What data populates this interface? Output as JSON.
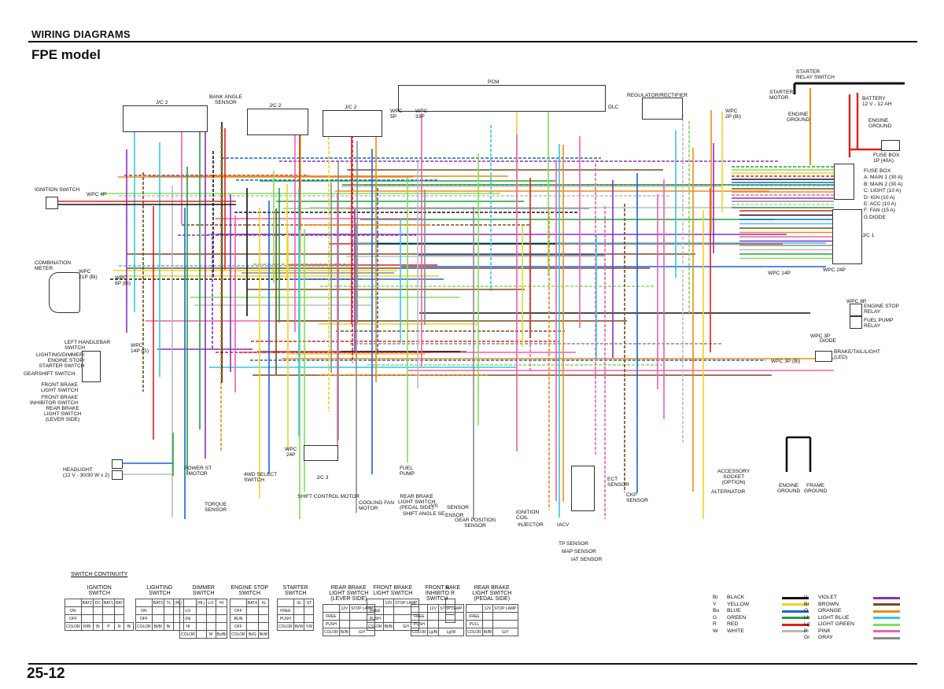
{
  "header": {
    "section": "WIRING DIAGRAMS",
    "title": "FPE model",
    "page": "25-12"
  },
  "labels": {
    "pcm": "PCM",
    "jc2_a": "J/C 2",
    "jc2_b": "J/C 2",
    "jc2_c": "J/C 2",
    "bank_angle": "BANK ANGLE\nSENSOR",
    "dlc": "DLC",
    "regulator": "REGULATOR/RECTIFIER",
    "starter_relay": "STARTER\nRELAY SWITCH",
    "starter_motor": "STARTER\nMOTOR",
    "engine_ground_top": "ENGINE\nGROUND",
    "battery": "BATTERY\n12 V - 12 AH",
    "engine_ground_r": "ENGINE\nGROUND",
    "fuse_box_main": "FUSE BOX\n1P (40A)",
    "ignition_switch": "IGNITION SWITCH",
    "combination_meter": "COMBINATION\nMETER",
    "left_handlebar": "LEFT HANDLEBAR\nSWITCH",
    "lighting_dimmer": "LIGHTING/DIMMER/\nENGINE STOP/\nSTARTER SWITCH",
    "gearshift_switch": "GEARSHIFT SWITCH",
    "front_brake_light": "FRONT BRAKE\nLIGHT SWITCH",
    "front_brake_inhibitor": "FRONT BRAKE\nINHIBITOR SWITCH",
    "rear_brake_lever": "REAR BRAKE\nLIGHT SWITCH\n(LEVER SIDE)",
    "headlight": "HEADLIGHT\n(12 V - 30/30 W x 2)",
    "power_st_motor": "POWER ST\nMOTOR",
    "torque_sensor": "TORQUE\nSENSOR",
    "fwd_select": "4WD SELECT\nSWITCH",
    "jc3": "J/C 3",
    "wpc24p_a": "WPC\n24P",
    "shift_control_motor": "SHIFT CONTROL MOTOR",
    "cooling_fan": "COOLING FAN\nMOTOR",
    "fuel_pump": "FUEL\nPUMP",
    "rear_brake_pedal": "REAR BRAKE\nLIGHT SWITCH\n(PEDAL SIDE)",
    "vs": "VS",
    "shift_angle": "SHIFT ANGLE SE",
    "sensor_a": "SENSOR",
    "ensor_b": "ENSOR",
    "gear_position": "GEAR POSITION\nSENSOR",
    "ignition_coil": "IGNITION\nCOIL",
    "injector": "INJECTOR",
    "iacv": "IACV",
    "ect_sensor": "ECT\nSENSOR",
    "ckp_sensor": "CKP\nSENSOR",
    "tp_sensor": "TP SENSOR",
    "map_sensor": "MAP SENSOR",
    "iat_sensor": "IAT SENSOR",
    "accessory_socket": "ACCESSORY\nSOCKET\n(OPTION)",
    "alternator": "ALTERNATOR",
    "engine_ground_b": "ENGINE\nGROUND",
    "frame_ground": "FRAME\nGROUND",
    "jc1": "J/C 1",
    "engine_stop_relay": "ENGINE STOP\nRELAY",
    "fuel_pump_relay": "FUEL PUMP\nRELAY",
    "diode": "DIODE",
    "brake_tail": "BRAKE/TAIL/LIGHT\n(LED)",
    "wpc_24p_r": "WPC 24P",
    "wpc_14p_r": "WPC 14P",
    "wpc_8p_r": "WPC 8P",
    "wpc_3p_r": "WPC 3P",
    "wpc_3p_bi": "WPC 3P (Bi)",
    "wpc_2p_bi": "WPC\n2P (Bi)",
    "wpc_5p": "WPC\n5P",
    "wpc_33p": "WPC\n33P",
    "wpc_4p": "WPC 4P",
    "wpc_21p": "WPC\n21P (Bi)",
    "wpc_14p": "WPC\n14P (G)",
    "wpc_8p_bi": "WPC\n8P (Bi)"
  },
  "fuse_box": {
    "title": "FUSE BOX",
    "items": [
      "A: MAIN 1 (30 A)",
      "B: MAIN 2 (30 A)",
      "C: LIGHT (10 A)",
      "D: IGN (10 A)",
      "E: ACC (10 A)",
      "F: FAN (15 A)",
      "G  DIODE"
    ]
  },
  "switch_continuity": {
    "title": "SWITCH CONTINUITY",
    "switches": [
      {
        "name": "IGNITION\nSWITCH",
        "cols": [
          "",
          "BAT2",
          "DC",
          "BAT1",
          "BAT"
        ],
        "rows": [
          [
            "ON"
          ],
          [
            "OFF"
          ],
          [
            "COLOR",
            "R/Bi",
            "Bi",
            "P",
            "R",
            "Bi"
          ]
        ]
      },
      {
        "name": "LIGHTING\nSWITCH",
        "cols": [
          "",
          "BAT3",
          "TL",
          "(HL)"
        ],
        "rows": [
          [
            "ON"
          ],
          [
            "OFF"
          ],
          [
            "COLOR",
            "Bi/Bi",
            "Br"
          ]
        ]
      },
      {
        "name": "DIMMER\nSWITCH",
        "cols": [
          "",
          "(HL)",
          "LO",
          "HI"
        ],
        "rows": [
          [
            "LO"
          ],
          [
            "(N)"
          ],
          [
            "HI"
          ],
          [
            "COLOR",
            "",
            "W",
            "Bu/Bi"
          ]
        ]
      },
      {
        "name": "ENGINE STOP\nSWITCH",
        "cols": [
          "",
          "BAT4",
          "IG"
        ],
        "rows": [
          [
            "OFF"
          ],
          [
            "RUN"
          ],
          [
            "OFF"
          ],
          [
            "COLOR",
            "Bi/G",
            "Bi/W"
          ]
        ]
      },
      {
        "name": "STARTER\nSWITCH",
        "cols": [
          "",
          "IG",
          "ST"
        ],
        "rows": [
          [
            "FREE"
          ],
          [
            "PUSH"
          ],
          [
            "COLOR",
            "Bi/W",
            "Y/R"
          ]
        ]
      },
      {
        "name": "REAR BRAKE\nLIGHT SWITCH\n(LEVER SIDE)",
        "cols": [
          "",
          "12V",
          "STOP\nLAMP"
        ],
        "rows": [
          [
            "FREE"
          ],
          [
            "PUSH"
          ],
          [
            "COLOR",
            "Bi/Bi",
            "G/Y"
          ]
        ]
      },
      {
        "name": "FRONT BRAKE\nLIGHT SWITCH",
        "cols": [
          "",
          "12V",
          "STOP\nLAMP"
        ],
        "rows": [
          [
            "FREE"
          ],
          [
            "PUSH"
          ],
          [
            "COLOR",
            "Bi/Bi",
            "G/Y"
          ]
        ]
      },
      {
        "name": "FRONT B\nINHIBITO\nSWITCH",
        "cols": [
          "",
          "12V",
          "STOP\nLAMP"
        ],
        "rows": [
          [
            "FREE"
          ],
          [
            "PUSH"
          ],
          [
            "COLOR",
            "Lg/Bi",
            "Lg/W"
          ]
        ]
      },
      {
        "name": "RAKE\nR",
        "cols": [
          ""
        ],
        "rows": [
          [
            ""
          ],
          [
            ""
          ]
        ]
      },
      {
        "name": "REAR BRAKE\nLIGHT SWITCH\n(PEDAL SIDE)",
        "cols": [
          "",
          "12V",
          "STOP\nLAMP"
        ],
        "rows": [
          [
            "FREE"
          ],
          [
            "PULL"
          ],
          [
            "COLOR",
            "Bi/Bi",
            "G/Y"
          ]
        ]
      }
    ]
  },
  "color_legend": {
    "left": [
      {
        "code": "Bi",
        "name": "BLACK",
        "color": "#111111"
      },
      {
        "code": "Y",
        "name": "YELLOW",
        "color": "#f2d41f"
      },
      {
        "code": "Bu",
        "name": "BLUE",
        "color": "#1b63d6"
      },
      {
        "code": "G",
        "name": "GREEN",
        "color": "#1fa23a"
      },
      {
        "code": "R",
        "name": "RED",
        "color": "#e0201d"
      },
      {
        "code": "W",
        "name": "WHITE",
        "color": "#b9b9b9"
      }
    ],
    "right": [
      {
        "code": "V",
        "name": "VIOLET",
        "color": "#8a2fbf"
      },
      {
        "code": "Br",
        "name": "BROWN",
        "color": "#7a4a1e"
      },
      {
        "code": "O",
        "name": "ORANGE",
        "color": "#f28a10"
      },
      {
        "code": "Lb",
        "name": "LIGHT BLUE",
        "color": "#34c6e6"
      },
      {
        "code": "Lg",
        "name": "LIGHT GREEN",
        "color": "#7ee05a"
      },
      {
        "code": "P",
        "name": "PINK",
        "color": "#ef5fb1"
      },
      {
        "code": "Gr",
        "name": "GRAY",
        "color": "#8a8a8a"
      }
    ]
  },
  "wire_colors": {
    "black": "#111111",
    "yellow": "#f2d41f",
    "blue": "#1b63d6",
    "green": "#1fa23a",
    "red": "#e0201d",
    "white": "#bdbdbd",
    "violet": "#8a2fbf",
    "brown": "#7a4a1e",
    "orange": "#f28a10",
    "lightblue": "#34c6e6",
    "lightgreen": "#7ee05a",
    "pink": "#ef5fb1",
    "gray": "#8a8a8a"
  }
}
